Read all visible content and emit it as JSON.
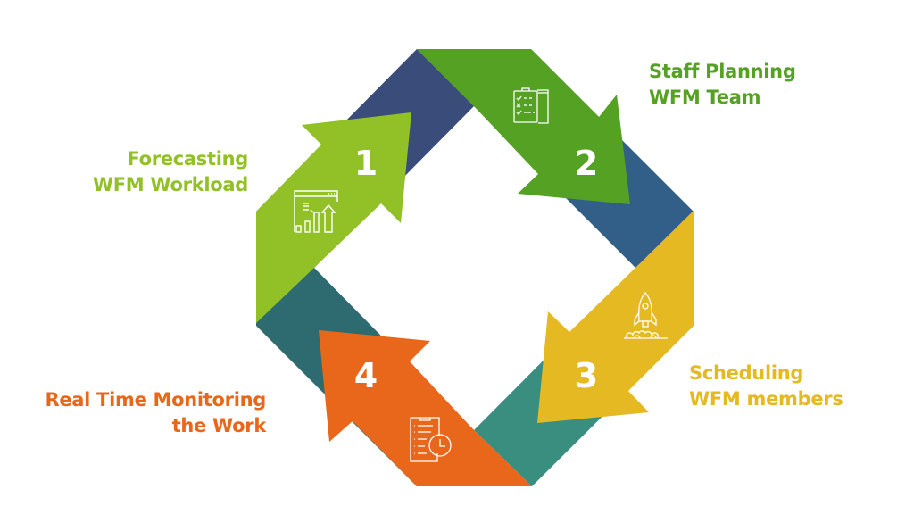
{
  "diagram": {
    "type": "cycle",
    "steps": [
      {
        "number": "1",
        "title_line1": "Forecasting",
        "title_line2": "WFM Workload",
        "icon": "chart-growth-icon",
        "color": "#91c027"
      },
      {
        "number": "2",
        "title_line1": "Staff Planning",
        "title_line2": "WFM Team",
        "icon": "clipboard-checklist-icon",
        "color": "#55a124"
      },
      {
        "number": "3",
        "title_line1": "Scheduling",
        "title_line2": "WFM members",
        "icon": "rocket-icon",
        "color": "#e4b922"
      },
      {
        "number": "4",
        "title_line1": "Real Time Monitoring",
        "title_line2": "the Work",
        "icon": "clipboard-clock-icon",
        "color": "#e8671a"
      }
    ],
    "band_colors": {
      "top_left": "#3a4d7a",
      "top_right": "#325f87",
      "bottom_right": "#3a8e80",
      "bottom_left": "#2e6b70"
    }
  }
}
